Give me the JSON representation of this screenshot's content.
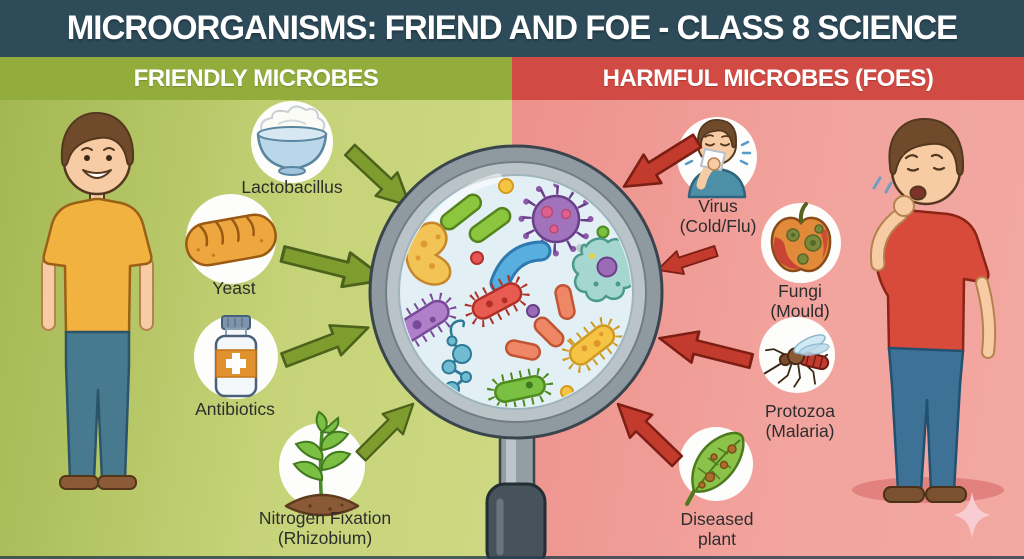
{
  "title": "MICROORGANISMS: FRIEND AND FOE - CLASS 8 SCIENCE",
  "friendly": {
    "header": "FRIENDLY MICROBES",
    "figure": "healthy-person",
    "items": [
      {
        "icon": "curd-bowl-icon",
        "label": "Lactobacillus"
      },
      {
        "icon": "bread-loaf-icon",
        "label": "Yeast"
      },
      {
        "icon": "medicine-bottle-icon",
        "label": "Antibiotics"
      },
      {
        "icon": "plant-seedling-icon",
        "label_line1": "Nitrogen Fixation",
        "label_line2": "(Rhizobium)"
      }
    ]
  },
  "harmful": {
    "header": "HARMFUL MICROBES (FOES)",
    "figure": "sick-person",
    "items": [
      {
        "icon": "sneezing-person-icon",
        "label_line1": "Virus",
        "label_line2": "(Cold/Flu)"
      },
      {
        "icon": "mouldy-apple-icon",
        "label_line1": "Fungi",
        "label_line2": "(Mould)"
      },
      {
        "icon": "mosquito-icon",
        "label_line1": "Protozoa",
        "label_line2": "(Malaria)"
      },
      {
        "icon": "diseased-leaf-icon",
        "label_line1": "Diseased",
        "label_line2": "plant"
      }
    ]
  },
  "magnifier": {
    "icon": "magnifying-glass-icon",
    "microbes": [
      "green-rod-bacteria",
      "purple-virus-particle",
      "yellow-kidney-bacterium",
      "blue-rod-bacterium",
      "red-spiky-bacterium",
      "purple-spiky-bacterium",
      "teal-amoeba",
      "salmon-bacilli-chain",
      "teal-coccus-chain",
      "yellow-spiky-bacterium",
      "green-spiky-bacterium"
    ]
  },
  "decor": {
    "sparkle": "sparkle-icon"
  },
  "colors": {
    "banner_bg": "#2e4b5a",
    "friendly_header_bg": "#93ad3c",
    "harmful_header_bg": "#d14b44",
    "friendly_panel_bg": "#c6d378",
    "harmful_panel_bg": "#f2a39d",
    "friendly_arrow": "#7f9c2f",
    "harmful_arrow": "#c33b2d",
    "label_text": "#2d2d2d"
  }
}
